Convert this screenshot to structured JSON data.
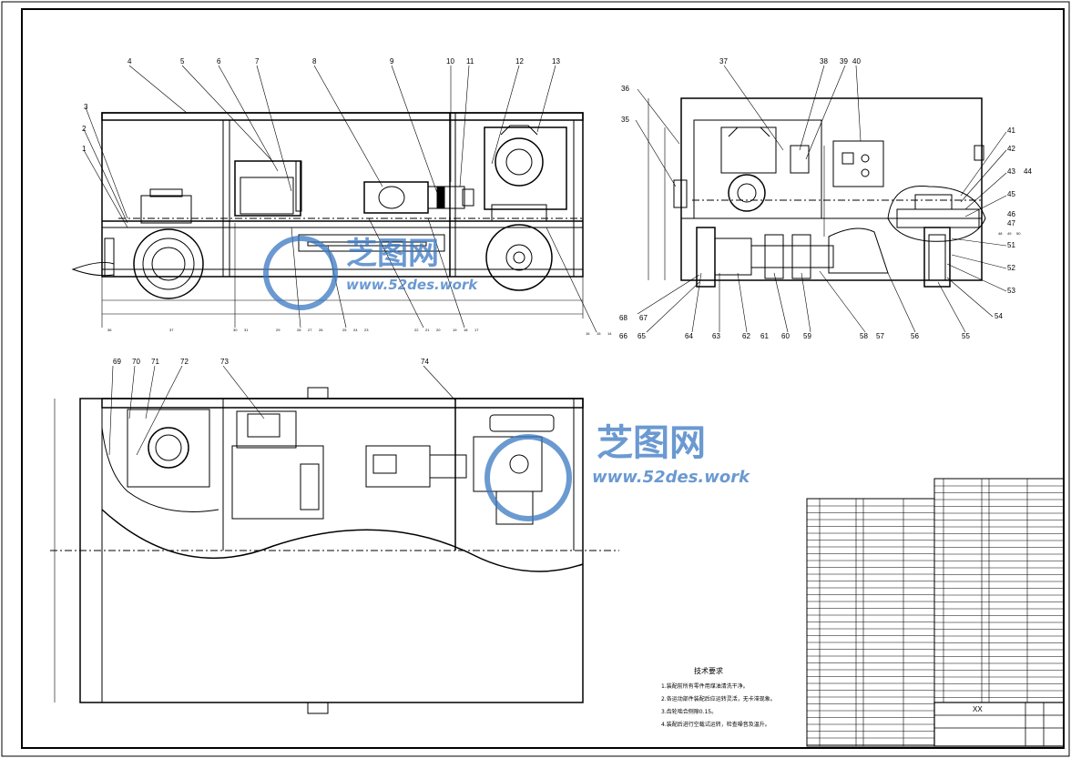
{
  "drawing": {
    "front_view_labels": [
      "4",
      "5",
      "6",
      "7",
      "8",
      "9",
      "10",
      "11",
      "12",
      "13",
      "3",
      "2",
      "1"
    ],
    "front_view_bottom_labels": [
      "36",
      "37",
      "30",
      "31",
      "29",
      "28",
      "27",
      "26",
      "25",
      "24",
      "23",
      "22",
      "21",
      "20",
      "19",
      "18",
      "17",
      "16",
      "15",
      "14"
    ],
    "side_view_labels": [
      "37",
      "38",
      "39",
      "40",
      "36",
      "35",
      "41",
      "42",
      "43",
      "44",
      "45",
      "46",
      "47",
      "48",
      "49",
      "50",
      "51",
      "52",
      "53",
      "54",
      "55",
      "56",
      "57",
      "58",
      "59",
      "60",
      "61",
      "62",
      "63",
      "64",
      "65",
      "66",
      "67",
      "68"
    ],
    "top_view_labels": [
      "69",
      "70",
      "71",
      "72",
      "73",
      "74"
    ]
  },
  "notes": {
    "title": "技术要求",
    "lines": [
      "1.装配前所有零件用煤油清洗干净。",
      "2.各运动部件装配后应运转灵活，无卡滞现象。",
      "3.齿轮啮合侧隙0.15。",
      "4.装配后进行空载试运转，检查噪音及温升。"
    ]
  },
  "title_block": {
    "code": "XX"
  },
  "watermark": {
    "brand": "芝图网",
    "url": "www.52des.work"
  },
  "colors": {
    "line": "#000000",
    "watermark": "#3a78c2"
  }
}
